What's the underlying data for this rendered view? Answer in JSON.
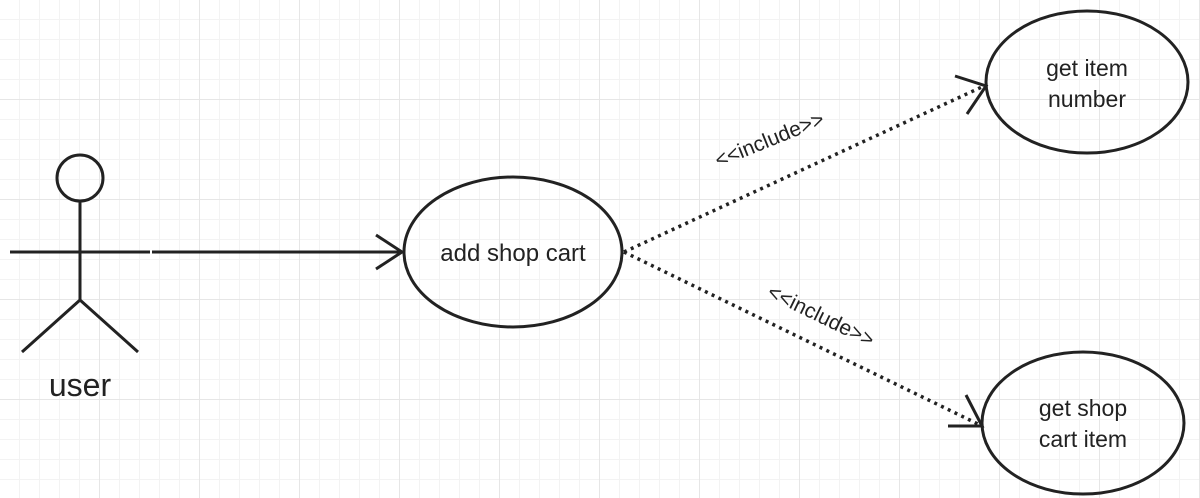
{
  "actor": {
    "label": "user"
  },
  "use_cases": {
    "main": {
      "label": "add shop cart"
    },
    "included_top": {
      "line1": "get item",
      "line2": "number"
    },
    "included_bottom": {
      "line1": "get shop",
      "line2": "cart item"
    }
  },
  "relations": {
    "include_top_label": "<<include>>",
    "include_bottom_label": "<<include>>"
  },
  "colors": {
    "stroke": "#222222",
    "grid_major": "#e6e6e6",
    "grid_minor": "#f3f3f3",
    "background": "#ffffff"
  }
}
